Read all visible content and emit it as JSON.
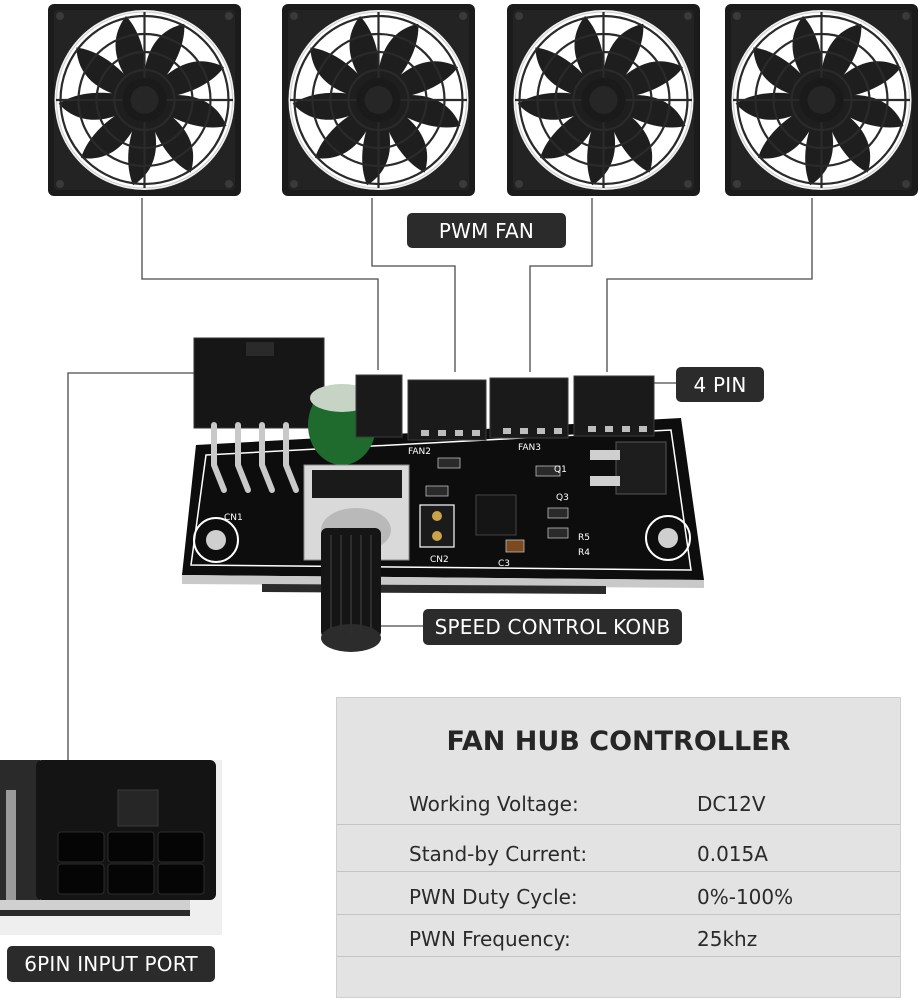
{
  "labels": {
    "pwm_fan": "PWM FAN",
    "four_pin": "4 PIN",
    "speed_knob": "SPEED CONTROL KONB",
    "input_port": "6PIN INPUT PORT"
  },
  "board": {
    "silkscreen": {
      "fan2": "FAN2",
      "fan3": "FAN3",
      "cn1": "CN1",
      "cn2": "CN2",
      "c3": "C3",
      "q1": "Q1",
      "q3": "Q3",
      "r4": "R4",
      "r5": "R5"
    }
  },
  "spec": {
    "title": "FAN HUB CONTROLLER",
    "rows": [
      {
        "key": "Working Voltage:",
        "value": "DC12V"
      },
      {
        "key": "Stand-by Current:",
        "value": "0.015A"
      },
      {
        "key": "PWN Duty Cycle:",
        "value": "0%-100%"
      },
      {
        "key": "PWN Frequency:",
        "value": "25khz"
      }
    ]
  },
  "colors": {
    "pill": "#2b2b2b",
    "panel": "#e3e3e3",
    "pcb": "#111111"
  }
}
